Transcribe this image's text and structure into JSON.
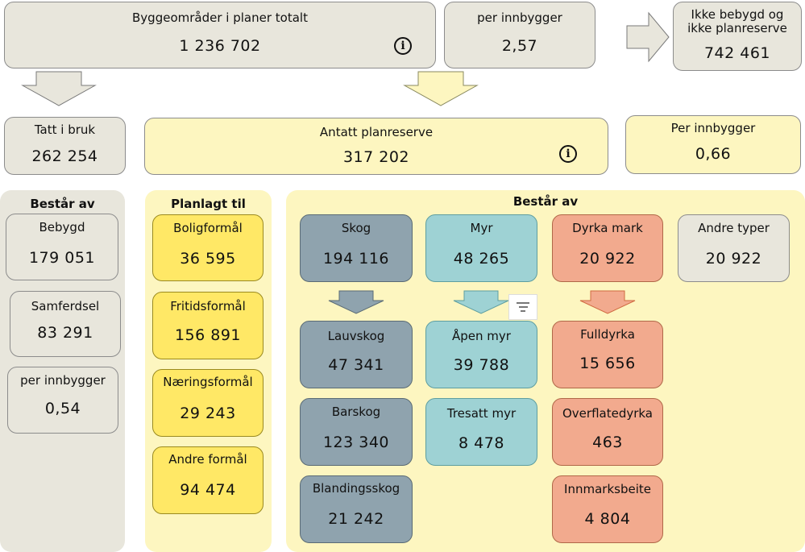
{
  "top": {
    "total": {
      "label": "Byggeområder i planer totalt",
      "value": "1 236 702"
    },
    "per_capita": {
      "label": "per innbygger",
      "value": "2,57"
    },
    "not_built": {
      "label_line1": "Ikke bebygd og",
      "label_line2": "ikke planreserve",
      "value": "742 461"
    }
  },
  "mid": {
    "taken": {
      "label": "Tatt i bruk",
      "value": "262 254"
    },
    "reserve": {
      "label": "Antatt planreserve",
      "value": "317 202"
    },
    "reserve_per_capita": {
      "label": "Per innbygger",
      "value": "0,66"
    }
  },
  "left_panel": {
    "title": "Består av",
    "items": [
      {
        "label": "Bebygd",
        "value": "179 051"
      },
      {
        "label": "Samferdsel",
        "value": "83 291"
      },
      {
        "label": "per innbygger",
        "value": "0,54"
      }
    ]
  },
  "planned_panel": {
    "title": "Planlagt til",
    "items": [
      {
        "label": "Boligformål",
        "value": "36 595"
      },
      {
        "label": "Fritidsformål",
        "value": "156 891"
      },
      {
        "label": "Næringsformål",
        "value": "29 243"
      },
      {
        "label": "Andre formål",
        "value": "94 474"
      }
    ]
  },
  "composition_panel": {
    "title": "Består av",
    "skog": {
      "label": "Skog",
      "value": "194 116"
    },
    "myr": {
      "label": "Myr",
      "value": "48 265"
    },
    "dyrka": {
      "label": "Dyrka mark",
      "value": "20 922"
    },
    "andre": {
      "label": "Andre typer",
      "value": "20 922"
    },
    "lauvskog": {
      "label": "Lauvskog",
      "value": "47 341"
    },
    "barskog": {
      "label": "Barskog",
      "value": "123 340"
    },
    "blandingsskog": {
      "label": "Blandingsskog",
      "value": "21 242"
    },
    "apen_myr": {
      "label": "Åpen myr",
      "value": "39 788"
    },
    "tresatt_myr": {
      "label": "Tresatt myr",
      "value": "8 478"
    },
    "fulldyrka": {
      "label": "Fulldyrka",
      "value": "15 656"
    },
    "overflatedyrka": {
      "label": "Overflatedyrka",
      "value": "463"
    },
    "innmarksbeite": {
      "label": "Innmarksbeite",
      "value": "4 804"
    }
  },
  "icons": {
    "info": "info-icon",
    "filter": "filter-icon",
    "arrow": "arrow-icon"
  },
  "colors": {
    "grey": "#e8e6dc",
    "light_yellow": "#fdf6c0",
    "yellow": "#ffe866",
    "forest": "#8fa3ae",
    "bog": "#9ed2d4",
    "farmland": "#f2aa8e"
  }
}
